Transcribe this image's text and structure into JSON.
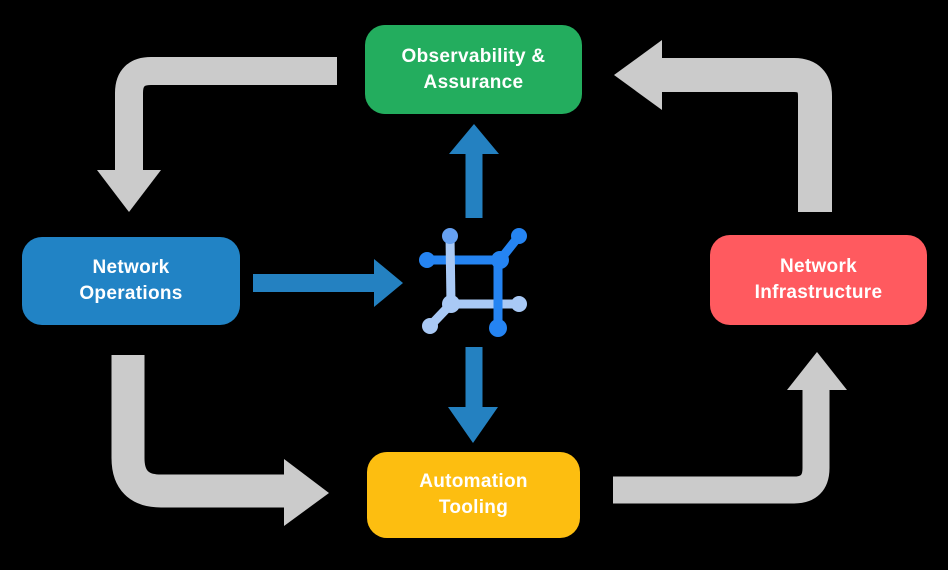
{
  "title": "Network automation cycle diagram",
  "background_color": "#000000",
  "nodes": [
    {
      "id": "observability-assurance",
      "label": "Observability &\nAssurance",
      "color": "#23AD5E"
    },
    {
      "id": "network-operations",
      "label": "Network\nOperations",
      "color": "#2183C5"
    },
    {
      "id": "network-infrastructure",
      "label": "Network\nInfrastructure",
      "color": "#FF5A5F"
    },
    {
      "id": "automation-tooling",
      "label": "Automation\nTooling",
      "color": "#FDBE10"
    }
  ],
  "center_icon": {
    "name": "network-automation-icon",
    "dark_blue": "#2584F2",
    "light_blue": "#A9C9F5",
    "accent_blue": "#66A1F2"
  },
  "arrows": {
    "cycle_color": "#CBCBCB",
    "flow_color": "#2481C1",
    "cycle": [
      {
        "from": "observability-assurance",
        "to": "network-operations"
      },
      {
        "from": "network-operations",
        "to": "automation-tooling"
      },
      {
        "from": "automation-tooling",
        "to": "network-infrastructure"
      },
      {
        "from": "network-infrastructure",
        "to": "observability-assurance"
      }
    ],
    "flow": [
      {
        "from": "network-operations",
        "to": "center-icon"
      },
      {
        "from": "center-icon",
        "to": "observability-assurance"
      },
      {
        "from": "center-icon",
        "to": "automation-tooling"
      }
    ]
  }
}
